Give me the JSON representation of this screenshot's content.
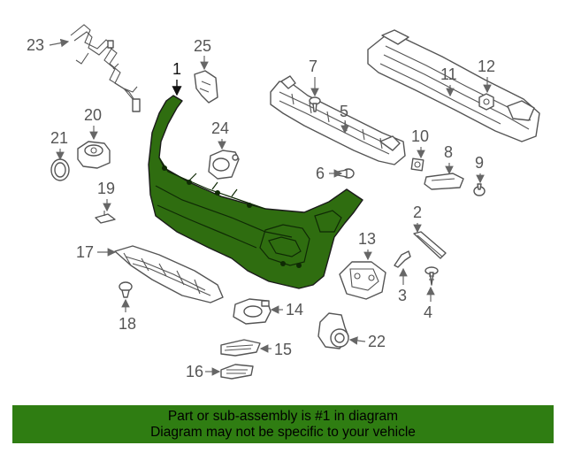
{
  "callouts": {
    "c1": "1",
    "c2": "2",
    "c3": "3",
    "c4": "4",
    "c5": "5",
    "c6": "6",
    "c7": "7",
    "c8": "8",
    "c9": "9",
    "c10": "10",
    "c11": "11",
    "c12": "12",
    "c13": "13",
    "c14": "14",
    "c15": "15",
    "c16": "16",
    "c17": "17",
    "c18": "18",
    "c19": "19",
    "c20": "20",
    "c21": "21",
    "c22": "22",
    "c23": "23",
    "c24": "24",
    "c25": "25"
  },
  "highlight_color": "#2f6d10",
  "banner": {
    "background": "#2f7d12",
    "line1": "Part or sub-assembly is #1 in diagram",
    "line2": "Diagram may not be specific to your vehicle"
  }
}
